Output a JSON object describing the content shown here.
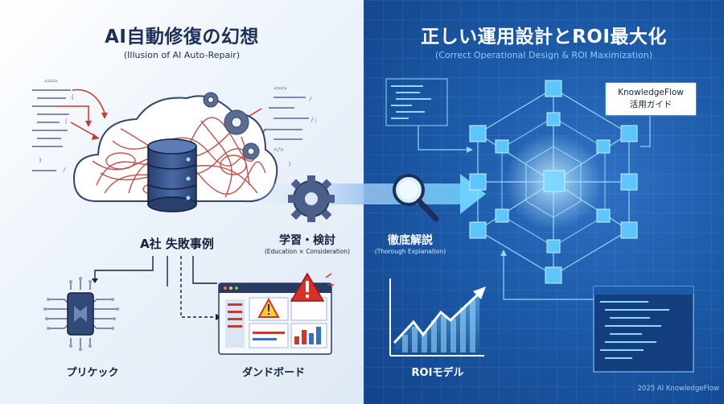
{
  "left": {
    "title": "AI自動修復の幻想",
    "subtitle": "(Illusion of AI Auto-Repair)",
    "case_label": "A社 失敗事例",
    "learn_label": "学習・検討",
    "learn_sub": "(Education × Consideration)",
    "prekick_label": "プリケック",
    "dashboard_label": "ダンドボード"
  },
  "right": {
    "title": "正しい運用設計とROI最大化",
    "subtitle": "(Correct Operational Design & ROI Maximization)",
    "explain_label": "徹底解説",
    "explain_sub": "(Thorough Explanation)",
    "kf_line1": "KnowledgeFlow",
    "kf_line2": "活用ガイド",
    "roi_label": "ROIモデル",
    "footer": "2025 AI KnowledgeFlow"
  },
  "colors": {
    "navy": "#1d2f5c",
    "red": "#c8392f",
    "blue": "#2f71c4",
    "cyan": "#7fd6ff"
  }
}
